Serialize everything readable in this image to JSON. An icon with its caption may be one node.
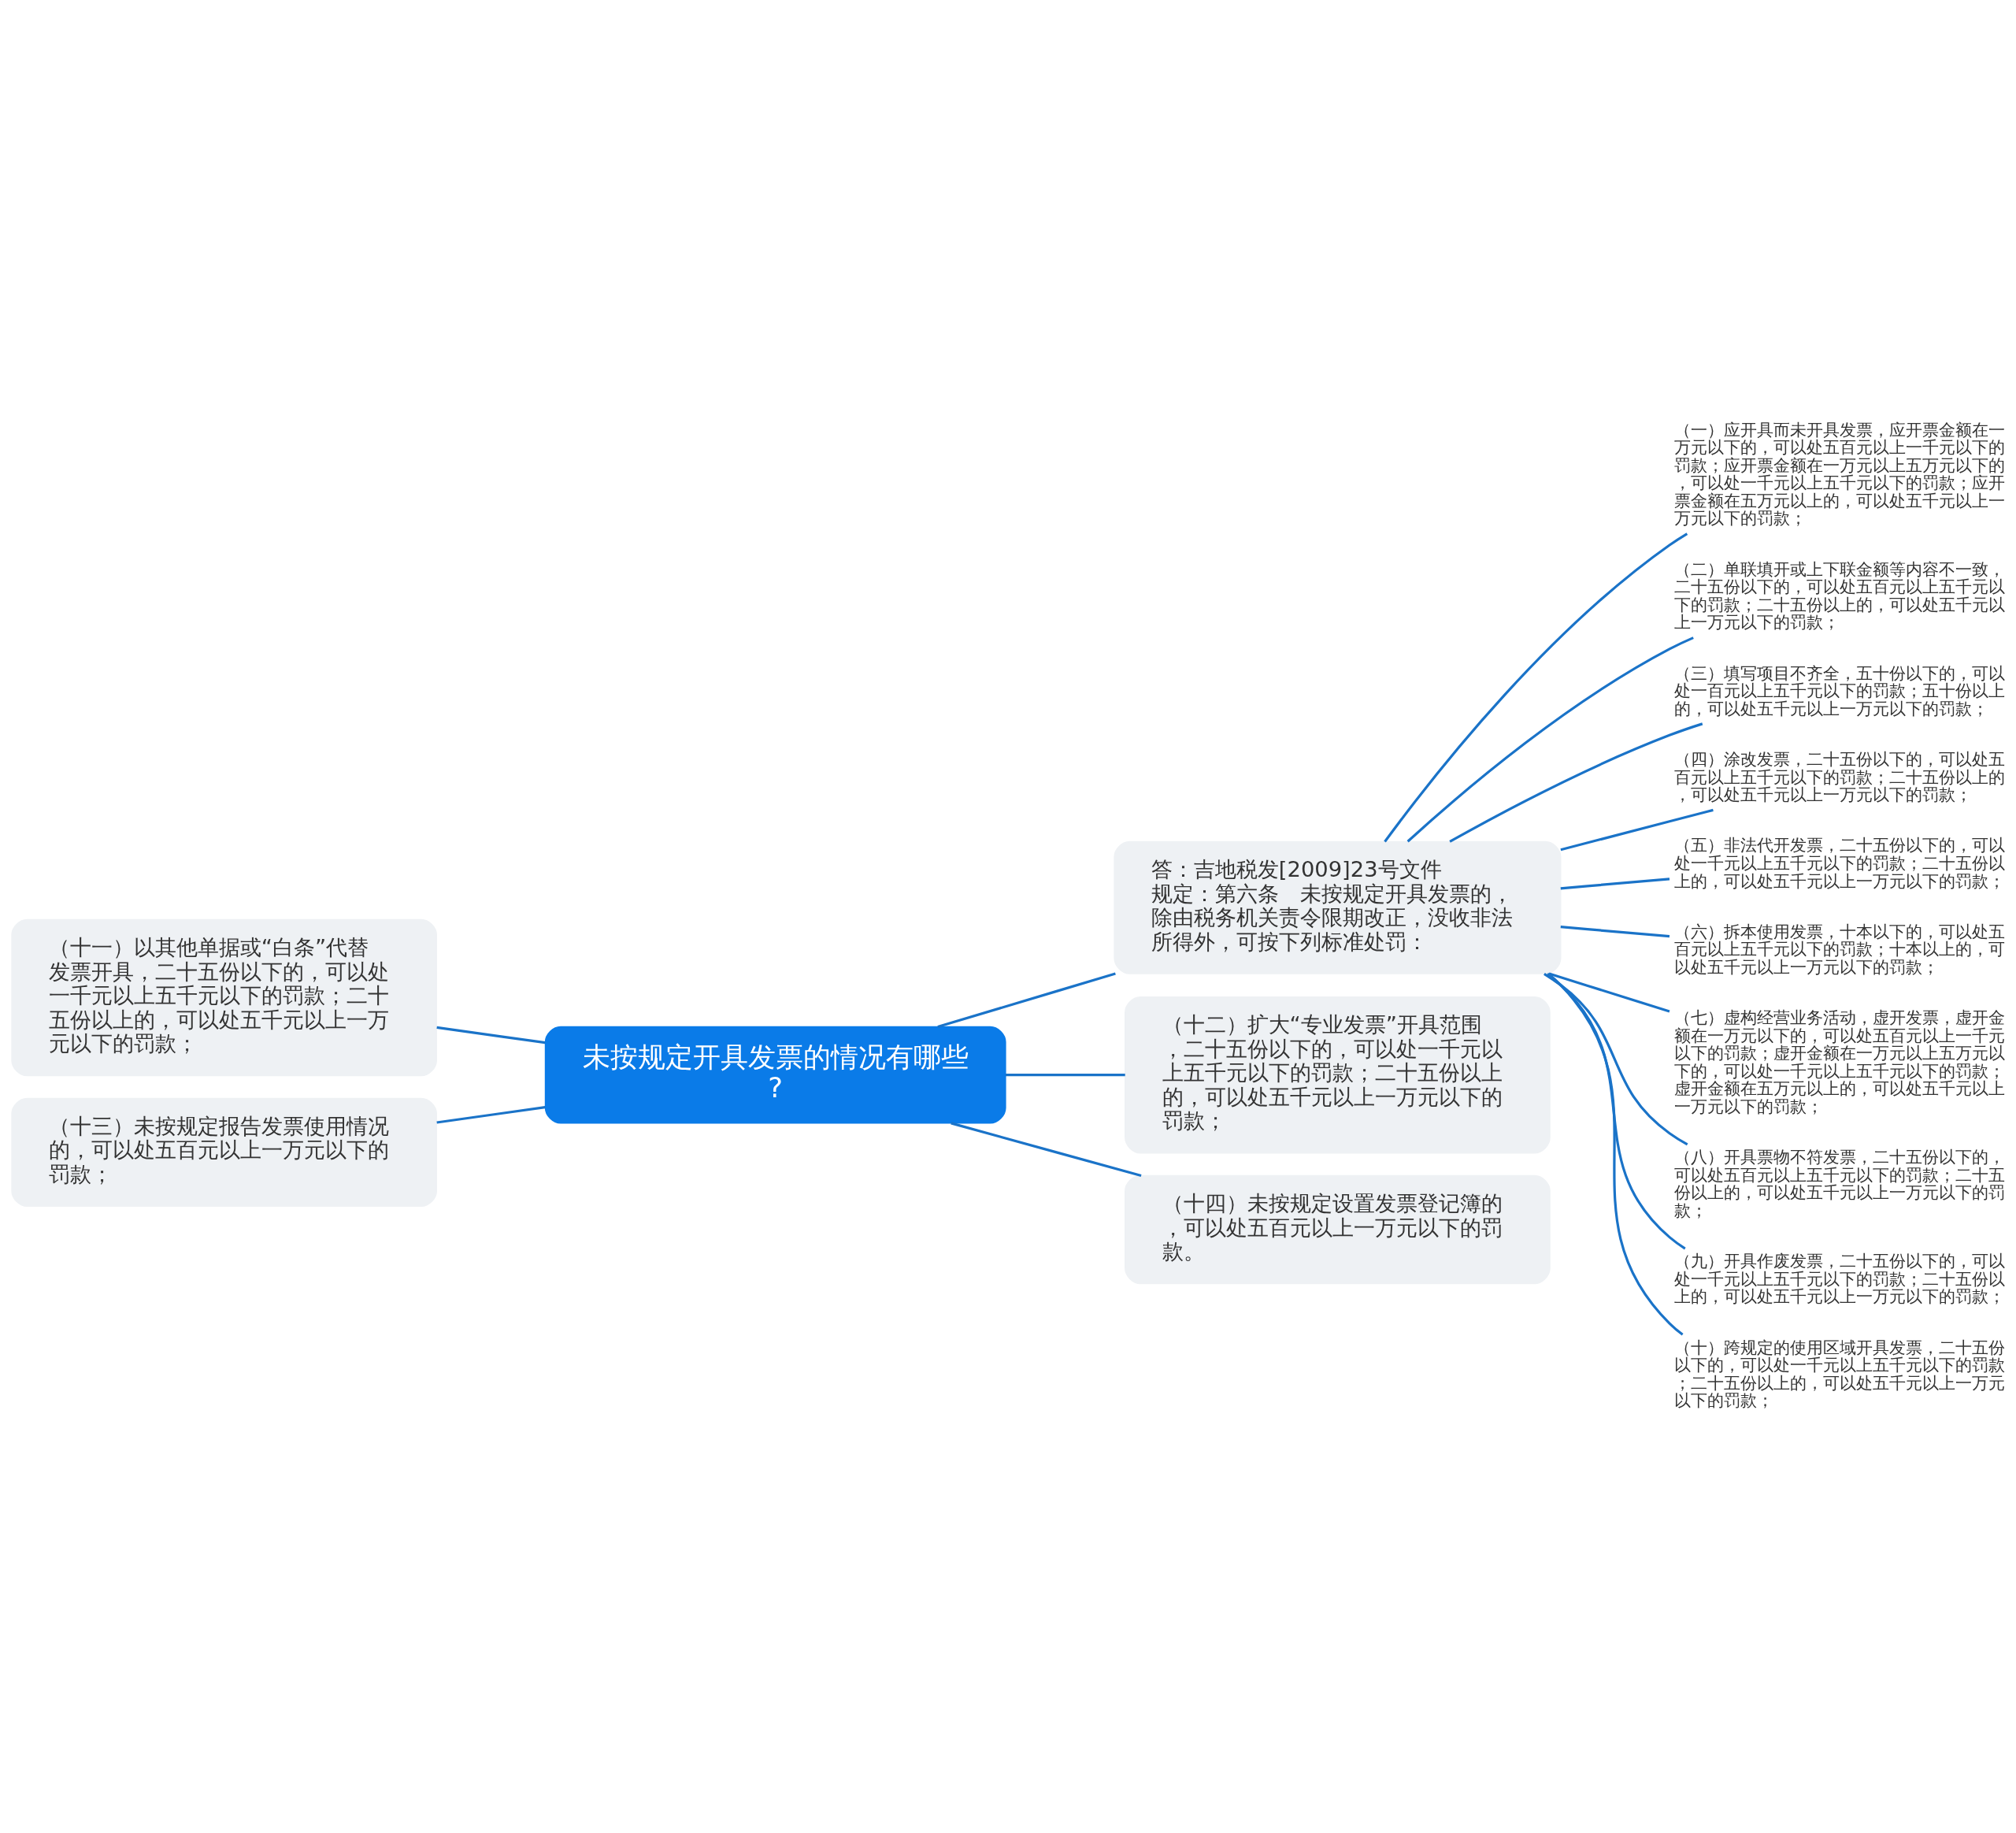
{
  "diagram": {
    "nodes": [
      {
        "text": [
          "未按规定开具发票的情况有哪些?"
        ]
      },
      {
        "text": [
          "答：吉地税发[2009]23号文件规定：第六条　未按规定开具发票的，除由税务机关责令限期改正，没收非法所得外，可按下列标准处罚："
        ]
      },
      {
        "text": [
          "（一）应开具而未开具发票，应开票金额在一万元以下的，可以处五百元以上一千元以下的罚款；应开票金额在一万元以上五万元以下的，可以处一千元以上五千元以下的罚款；应开票金额在五万元以上的，可以处五千元以上一万元以下的罚款；"
        ]
      },
      {
        "text": [
          "（二）单联填开或上下联金额等内容不一致，二十五份以下的，可以处五百元以上五千元以下的罚款；二十五份以上的，可以处五千元以上一万元以下的罚款；"
        ]
      },
      {
        "text": [
          "（三）填写项目不齐全，五十份以下的，可以处一百元以上五千元以下的罚款；五十份以上的，可以处五千元以上一万元以下的罚款；"
        ]
      },
      {
        "text": [
          "（四）涂改发票，二十五份以下的，可以处五百元以上五千元以下的罚款；二十五份以上的，可以处五千元以上一万元以下的罚款；"
        ]
      },
      {
        "text": [
          "（五）非法代开发票，二十五份以下的，可以处一千元以上五千元以下的罚款；二十五份以上的，可以处五千元以上一万元以下的罚款；"
        ]
      },
      {
        "text": [
          "（六）拆本使用发票，十本以下的，可以处五百元以上五千元以下的罚款；十本以上的，可以处五千元以上一万元以下的罚款；"
        ]
      },
      {
        "text": [
          "（七）虚构经营业务活动，虚开发票，虚开金额在一万元以下的，可以处五百元以上一千元以下的罚款；虚开金额在一万元以上五万元以下的，可以处一千元以上五千元以下的罚款；虚开金额在五万元以上的，可以处五千元以上一万元以下的罚款；"
        ]
      },
      {
        "text": [
          "（八）开具票物不符发票，二十五份以下的，可以处五百元以上五千元以下的罚款；二十五份以上的，可以处五千元以上一万元以下的罚款；"
        ]
      },
      {
        "text": [
          "（九）开具作废发票，二十五份以下的，可以处一千元以上五千元以下的罚款；二十五份以上的，可以处五千元以上一万元以下的罚款；"
        ]
      },
      {
        "text": [
          "（十）跨规定的使用区域开具发票，二十五份以下的，可以处一千元以上五千元以下的罚款；二十五份以上的，可以处五千元以上一万元以下的罚款；"
        ]
      },
      {
        "text": [
          "（十一）以其他单据或“白条”代替发票开具，二十五份以下的，可以处一千元以上五千元以下的罚款；二十五份以上的，可以处五千元以上一万元以下的罚款；"
        ]
      },
      {
        "text": [
          "（十三）未按规定报告发票使用情况的，可以处五百元以上一万元以下的罚款；"
        ]
      },
      {
        "text": [
          "（十二）扩大“专业发票”开具范围，二十五份以下的，可以处一千元以上五千元以下的罚款；二十五份以上的，可以处五千元以上一万元以下的罚款；"
        ]
      },
      {
        "text": [
          "（十四）未按规定设置发票登记簿的，可以处五百元以上一万元以下的罚款。"
        ]
      }
    ],
    "edges": [
      {
        "from": 0,
        "to": 1,
        "arrow": "none"
      },
      {
        "from": 1,
        "to": 2,
        "arrow": "none"
      },
      {
        "from": 1,
        "to": 3,
        "arrow": "none"
      },
      {
        "from": 1,
        "to": 4,
        "arrow": "none"
      },
      {
        "from": 1,
        "to": 5,
        "arrow": "none"
      },
      {
        "from": 1,
        "to": 6,
        "arrow": "none"
      },
      {
        "from": 1,
        "to": 7,
        "arrow": "none"
      },
      {
        "from": 1,
        "to": 8,
        "arrow": "none"
      },
      {
        "from": 1,
        "to": 9,
        "arrow": "none"
      },
      {
        "from": 1,
        "to": 10,
        "arrow": "none"
      },
      {
        "from": 1,
        "to": 11,
        "arrow": "none"
      },
      {
        "from": 0,
        "to": 12,
        "arrow": "none"
      },
      {
        "from": 0,
        "to": 13,
        "arrow": "none"
      },
      {
        "from": 0,
        "to": 14,
        "arrow": "none"
      },
      {
        "from": 0,
        "to": 15,
        "arrow": "none"
      }
    ]
  }
}
